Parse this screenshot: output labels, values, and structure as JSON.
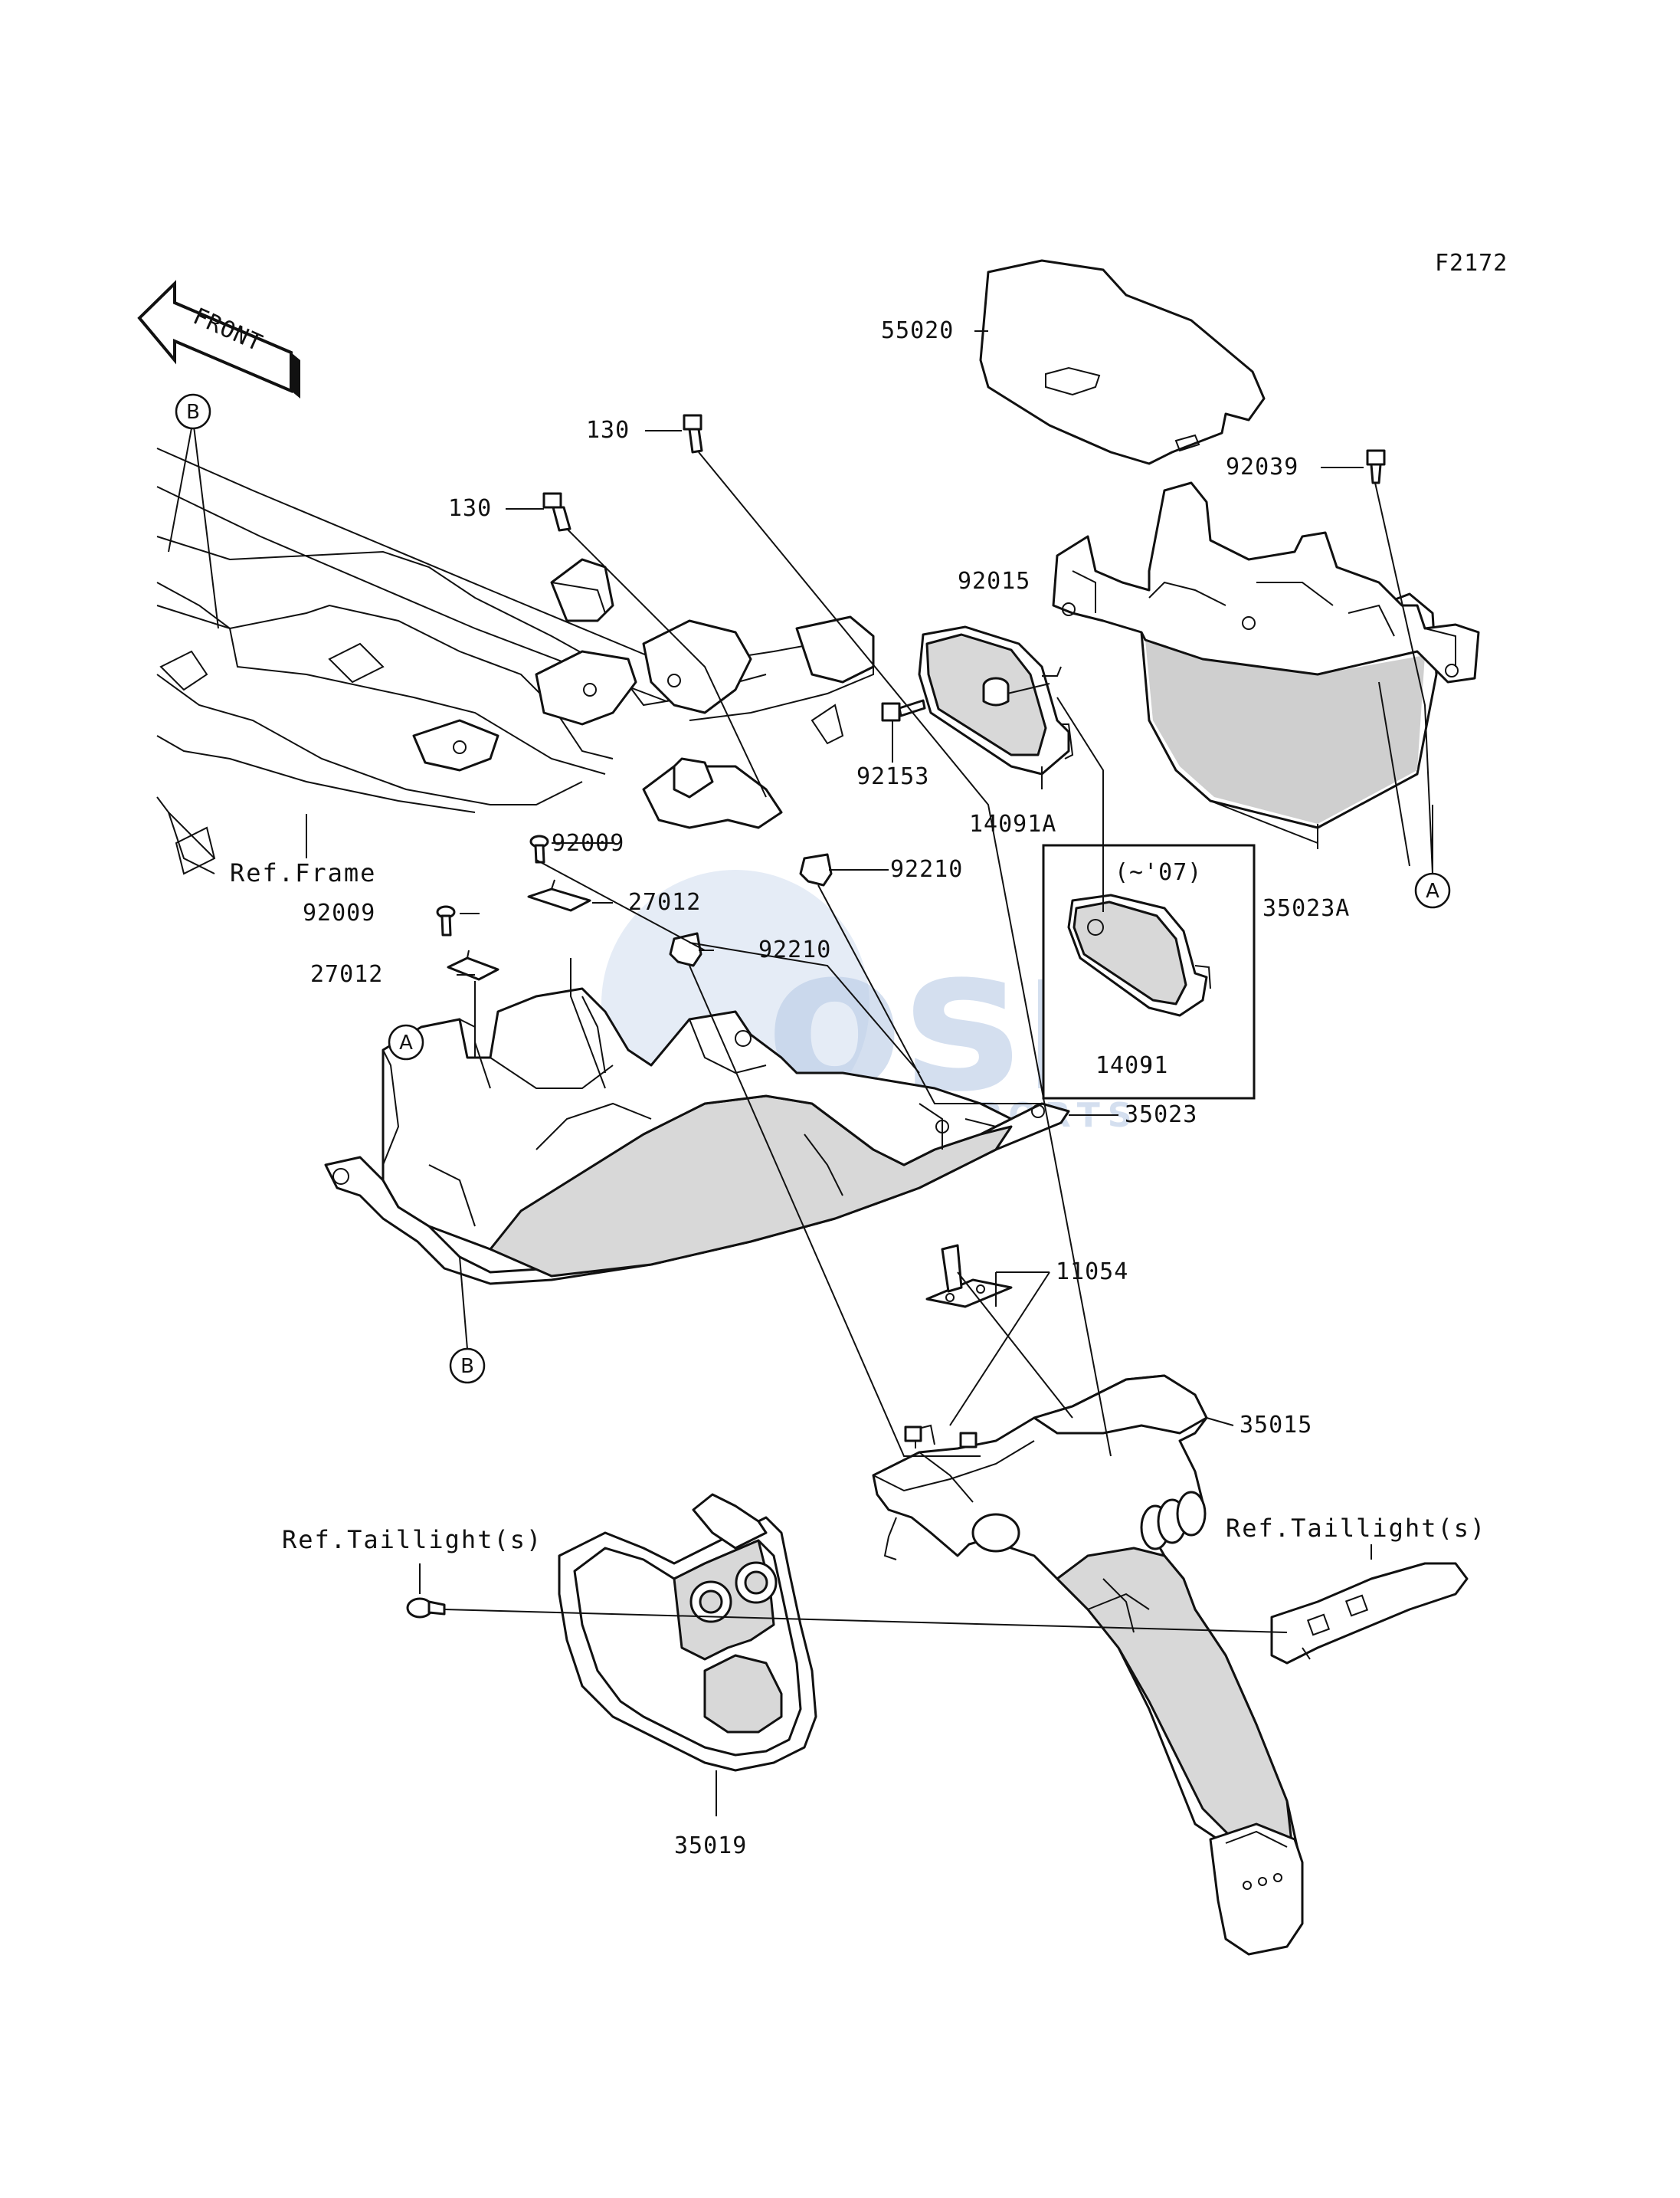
{
  "figure_code": "F2172",
  "front_arrow": "FRONT",
  "watermark": {
    "line1": "osm",
    "line2": "MOTORSPORTS"
  },
  "callouts": {
    "a_right": "A",
    "a_left": "A",
    "b_top": "B",
    "b_bottom": "B"
  },
  "inset_label": "(~'07)",
  "labels": {
    "p55020": "55020",
    "p92039": "92039",
    "p130_top": "130",
    "p130_mid": "130",
    "p92015": "92015",
    "p92153": "92153",
    "p14091A": "14091A",
    "p35023A": "35023A",
    "p14091": "14091",
    "ref_frame": "Ref.Frame",
    "p92009_a": "92009",
    "p27012_a": "27012",
    "p92009_b": "92009",
    "p27012_b": "27012",
    "p92210_a": "92210",
    "p92210_b": "92210",
    "p35023": "35023",
    "p11054": "11054",
    "p35015": "35015",
    "ref_taillight_left": "Ref.Taillight(s)",
    "ref_taillight_right": "Ref.Taillight(s)",
    "p35019": "35019"
  }
}
